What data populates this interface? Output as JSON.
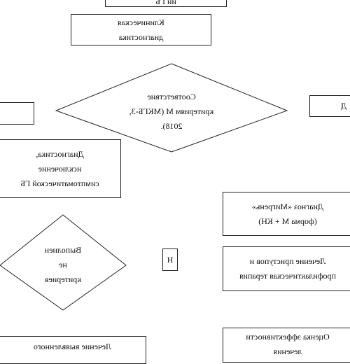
{
  "nodes": {
    "top_fragment": {
      "lines": [
        "ии ГБ"
      ]
    },
    "clinical_diagnosis": {
      "lines": [
        "Клиническая",
        "диагностика"
      ]
    },
    "criteria_decision": {
      "lines": [
        "Соответствие",
        "критериям M (МКГБ-3,",
        "2018)."
      ]
    },
    "left_edge_box": {
      "lines": [
        ""
      ]
    },
    "right_edge_box": {
      "lines": [
        "Д"
      ]
    },
    "exclusion_box": {
      "lines": [
        "Диагностика,",
        "исключение",
        "симптоматической ГБ"
      ]
    },
    "migraine_diagnosis": {
      "lines": [
        "Диагноз «Мигрень»",
        "(форма M + КН)"
      ]
    },
    "criteria_met_decision": {
      "lines": [
        "Выполнен",
        "не",
        "критериев"
      ]
    },
    "small_n_box": {
      "lines": [
        "Н"
      ]
    },
    "treatment_attacks": {
      "lines": [
        "Лечение приступов и",
        "профилактическая терапия"
      ]
    },
    "treatment_identified": {
      "lines": [
        "Лечение выявленного"
      ]
    },
    "efficacy_evaluation": {
      "lines": [
        "Оценка эффективности",
        "лечения"
      ]
    }
  }
}
